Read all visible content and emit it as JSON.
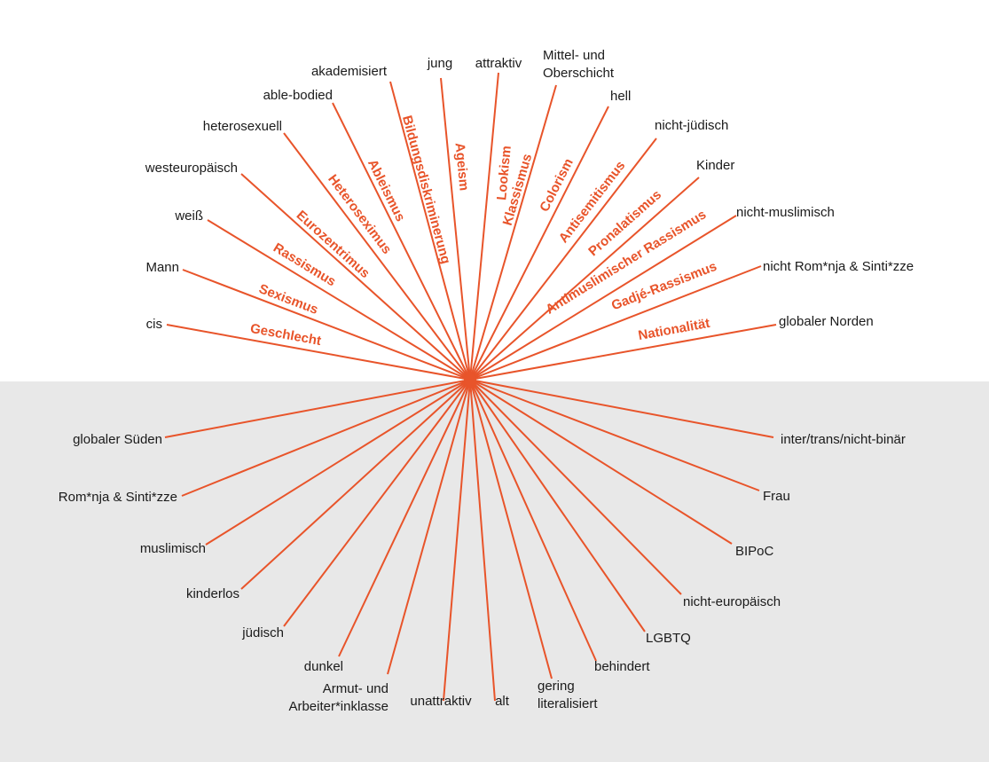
{
  "colors": {
    "accent": "#e8542a",
    "text": "#1a1a1a",
    "lower_background": "#e8e8e8"
  },
  "axes": [
    {
      "dimension": "Geschlecht",
      "privileged": "cis",
      "marginalized": "inter/trans/nicht-binär"
    },
    {
      "dimension": "Sexismus",
      "privileged": "Mann",
      "marginalized": "Frau"
    },
    {
      "dimension": "Rassismus",
      "privileged": "weiß",
      "marginalized": "BIPoC"
    },
    {
      "dimension": "Eurozentrimus",
      "privileged": "westeuropäisch",
      "marginalized": "nicht-europäisch"
    },
    {
      "dimension": "Heteroseximus",
      "privileged": "heterosexuell",
      "marginalized": "LGBTQ"
    },
    {
      "dimension": "Ableismus",
      "privileged": "able-bodied",
      "marginalized": "behindert"
    },
    {
      "dimension": "Bildungsdiskriminerung",
      "privileged": "akademisiert",
      "marginalized": "gering literalisiert"
    },
    {
      "dimension": "Ageism",
      "privileged": "jung",
      "marginalized": "alt"
    },
    {
      "dimension": "Lookism",
      "privileged": "attraktiv",
      "marginalized": "unattraktiv"
    },
    {
      "dimension": "Klassismus",
      "privileged": "Mittel- und Oberschicht",
      "marginalized": "Armut- und Arbeiter*inklasse"
    },
    {
      "dimension": "Colorism",
      "privileged": "hell",
      "marginalized": "dunkel"
    },
    {
      "dimension": "Antisemitismus",
      "privileged": "nicht-jüdisch",
      "marginalized": "jüdisch"
    },
    {
      "dimension": "Pronalatismus",
      "privileged": "Kinder",
      "marginalized": "kinderlos"
    },
    {
      "dimension": "Antimuslimischer Rassismus",
      "privileged": "nicht-muslimisch",
      "marginalized": "muslimisch"
    },
    {
      "dimension": "Gadjé-Rassismus",
      "privileged": "nicht Rom*nja & Sinti*zze",
      "marginalized": "Rom*nja & Sinti*zze"
    },
    {
      "dimension": "Nationalität",
      "privileged": "globaler Norden",
      "marginalized": "globaler Süden"
    }
  ]
}
